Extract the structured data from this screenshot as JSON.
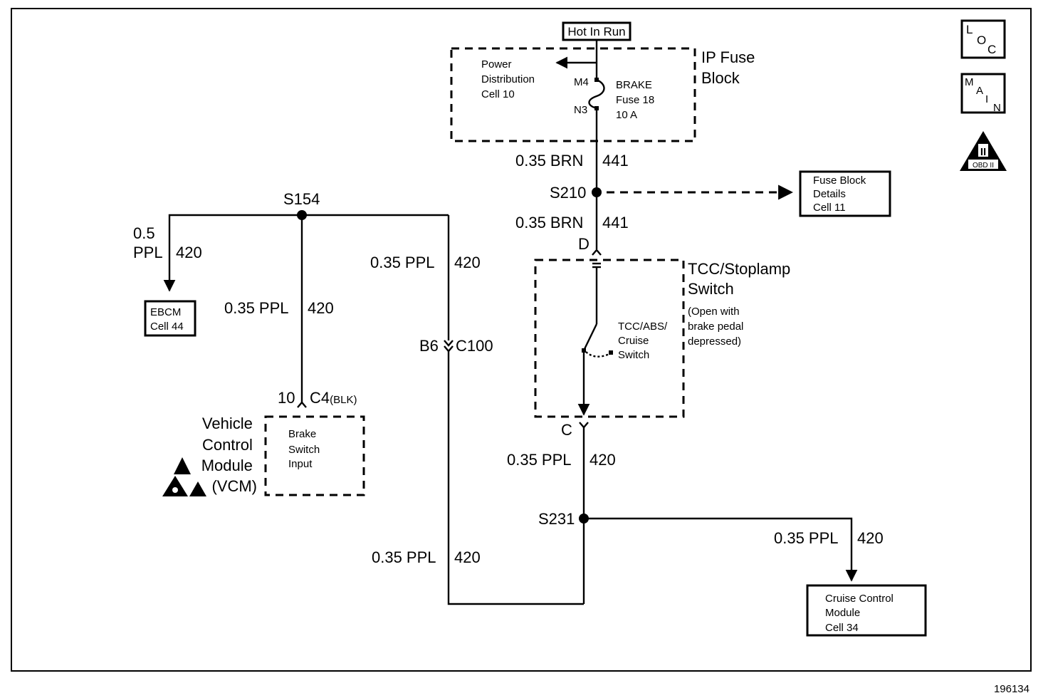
{
  "header": {
    "hot_in_run": "Hot In Run",
    "ip_fuse_block": [
      "IP Fuse",
      "Block"
    ]
  },
  "icons": {
    "loc": [
      "L",
      "O",
      "C"
    ],
    "main": [
      "M",
      "A",
      "I",
      "N"
    ],
    "obd": [
      "II",
      "OBD II"
    ]
  },
  "fuse_block": {
    "power_distribution": [
      "Power",
      "Distribution",
      "Cell 10"
    ],
    "pin_m4": "M4",
    "pin_n3": "N3",
    "fuse_label": [
      "BRAKE",
      "Fuse 18",
      "10 A"
    ]
  },
  "wires": {
    "w441_top_size": "0.35 BRN",
    "w441_top_circuit": "441",
    "w441_mid_size": "0.35 BRN",
    "w441_mid_circuit": "441",
    "ebcm_size": [
      "0.5",
      "PPL"
    ],
    "ebcm_circuit": "420",
    "vcm_size": "0.35 PPL",
    "vcm_circuit": "420",
    "c100_upper_size": "0.35 PPL",
    "c100_upper_circuit": "420",
    "c100_lower_size": "0.35 PPL",
    "c100_lower_circuit": "420",
    "switch_out_size": "0.35 PPL",
    "switch_out_circuit": "420",
    "cruise_size": "0.35 PPL",
    "cruise_circuit": "420"
  },
  "splices": {
    "s210": "S210",
    "s154": "S154",
    "s231": "S231"
  },
  "fuse_block_details": [
    "Fuse Block",
    "Details",
    "Cell 11"
  ],
  "ebcm": [
    "EBCM",
    "Cell 44"
  ],
  "connectors": {
    "d": "D",
    "c": "C",
    "b6": "B6",
    "c100": "C100",
    "c4_pin": "10",
    "c4": "C4",
    "c4_color": "(BLK)"
  },
  "tcc_switch": {
    "title": [
      "TCC/Stoplamp",
      "Switch"
    ],
    "note": [
      "(Open with",
      "brake pedal",
      "depressed)"
    ],
    "inner": [
      "TCC/ABS/",
      "Cruise",
      "Switch"
    ]
  },
  "vcm": {
    "name": [
      "Vehicle",
      "Control",
      "Module",
      "(VCM)"
    ],
    "input": [
      "Brake",
      "Switch",
      "Input"
    ]
  },
  "cruise_module": [
    "Cruise Control",
    "Module",
    "Cell 34"
  ],
  "footer": {
    "figure_number": "196134"
  }
}
